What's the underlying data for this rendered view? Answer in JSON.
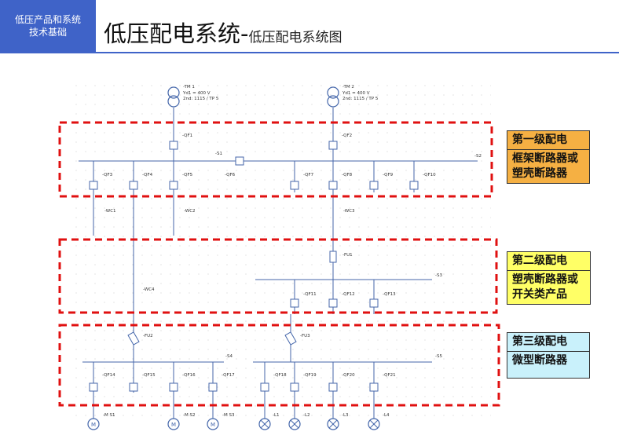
{
  "header": {
    "line1": "低压产品和系统",
    "line2": "技术基础",
    "title": "低压配电系统-",
    "subtitle": "低压配电系统图"
  },
  "legend": {
    "level1": "第一级配电",
    "level1_desc1": "框架断路器或",
    "level1_desc2": "塑壳断路器",
    "level2": "第二级配电",
    "level2_desc1": "塑壳断路器或",
    "level2_desc2": "开关类产品",
    "level3": "第三级配电",
    "level3_desc": "微型断路器"
  },
  "labels": {
    "tm1": "-TM 1",
    "tm2": "-TM 2",
    "tm_spec1": "Yd1 = 400 V",
    "tm_spec2": "2nd: 1115 / TP 5",
    "qf1": "-QF1",
    "qf2": "-QF2",
    "qf3": "-QF3",
    "qf4": "-QF4",
    "qf5": "-QF5",
    "qf6": "-QF6",
    "qf7": "-QF7",
    "qf8": "-QF8",
    "qf9": "-QF9",
    "qf10": "-QF10",
    "qf11": "-QF11",
    "qf12": "-QF12",
    "qf13": "-QF13",
    "qf14": "-QF14",
    "qf15": "-QF15",
    "qf16": "-QF16",
    "qf17": "-QF17",
    "qf18": "-QF18",
    "qf19": "-QF19",
    "qf20": "-QF20",
    "qf21": "-QF21",
    "s1": "-S1",
    "s2": "-S2",
    "s3": "-S3",
    "s4": "-S4",
    "s5": "-S5",
    "wc1": "-WC1",
    "wc2": "-WC2",
    "wc3": "-WC3",
    "wc4": "-WC4",
    "fu1": "-FU1",
    "fu2": "-FU2",
    "fu3": "-FU3",
    "m1": "-M S1",
    "m2": "-M S2",
    "m3": "-M S3",
    "l1": "-L1",
    "l2": "-L2",
    "l3": "-L3",
    "l4": "-L4"
  },
  "colors": {
    "accent": "#3f63c8",
    "dashed_box": "#e01010",
    "line": "#4466aa"
  }
}
